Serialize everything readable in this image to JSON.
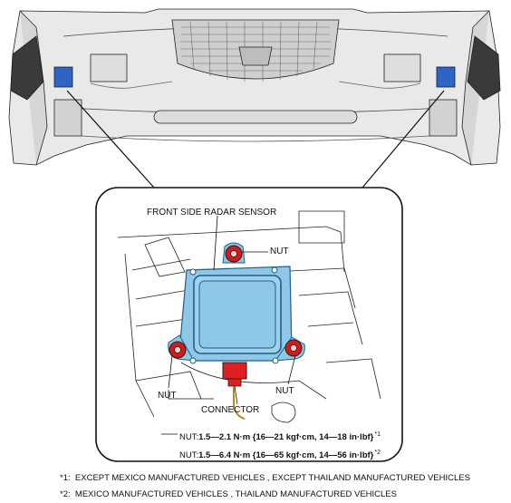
{
  "callouts": {
    "sensor": "FRONT SIDE RADAR SENSOR",
    "nut_top": "NUT",
    "nut_left": "NUT",
    "nut_right": "NUT",
    "connector": "CONNECTOR"
  },
  "torque": [
    {
      "label": "NUT:",
      "value": "1.5—2.1 N·m {16—21 kgf·cm, 14—18 in·lbf}",
      "ref": "*1"
    },
    {
      "label": "NUT:",
      "value": "1.5—6.4 N·m {16—65 kgf·cm, 14—56 in·lbf}",
      "ref": "*2"
    }
  ],
  "footnotes": [
    {
      "mark": "*1:",
      "text": "EXCEPT MEXICO MANUFACTURED VEHICLES , EXCEPT THAILAND MANUFACTURED VEHICLES"
    },
    {
      "mark": "*2:",
      "text": "MEXICO MANUFACTURED VEHICLES , THAILAND MANUFACTURED VEHICLES"
    }
  ],
  "colors": {
    "sensor_fill": "#8fc7e6",
    "sensor_edge": "#1f5f8a",
    "nut": "#d11a1a",
    "connector": "#e02020",
    "bumper_fill": "#e9e9e9",
    "blue_sensor": "#2f63c4"
  }
}
